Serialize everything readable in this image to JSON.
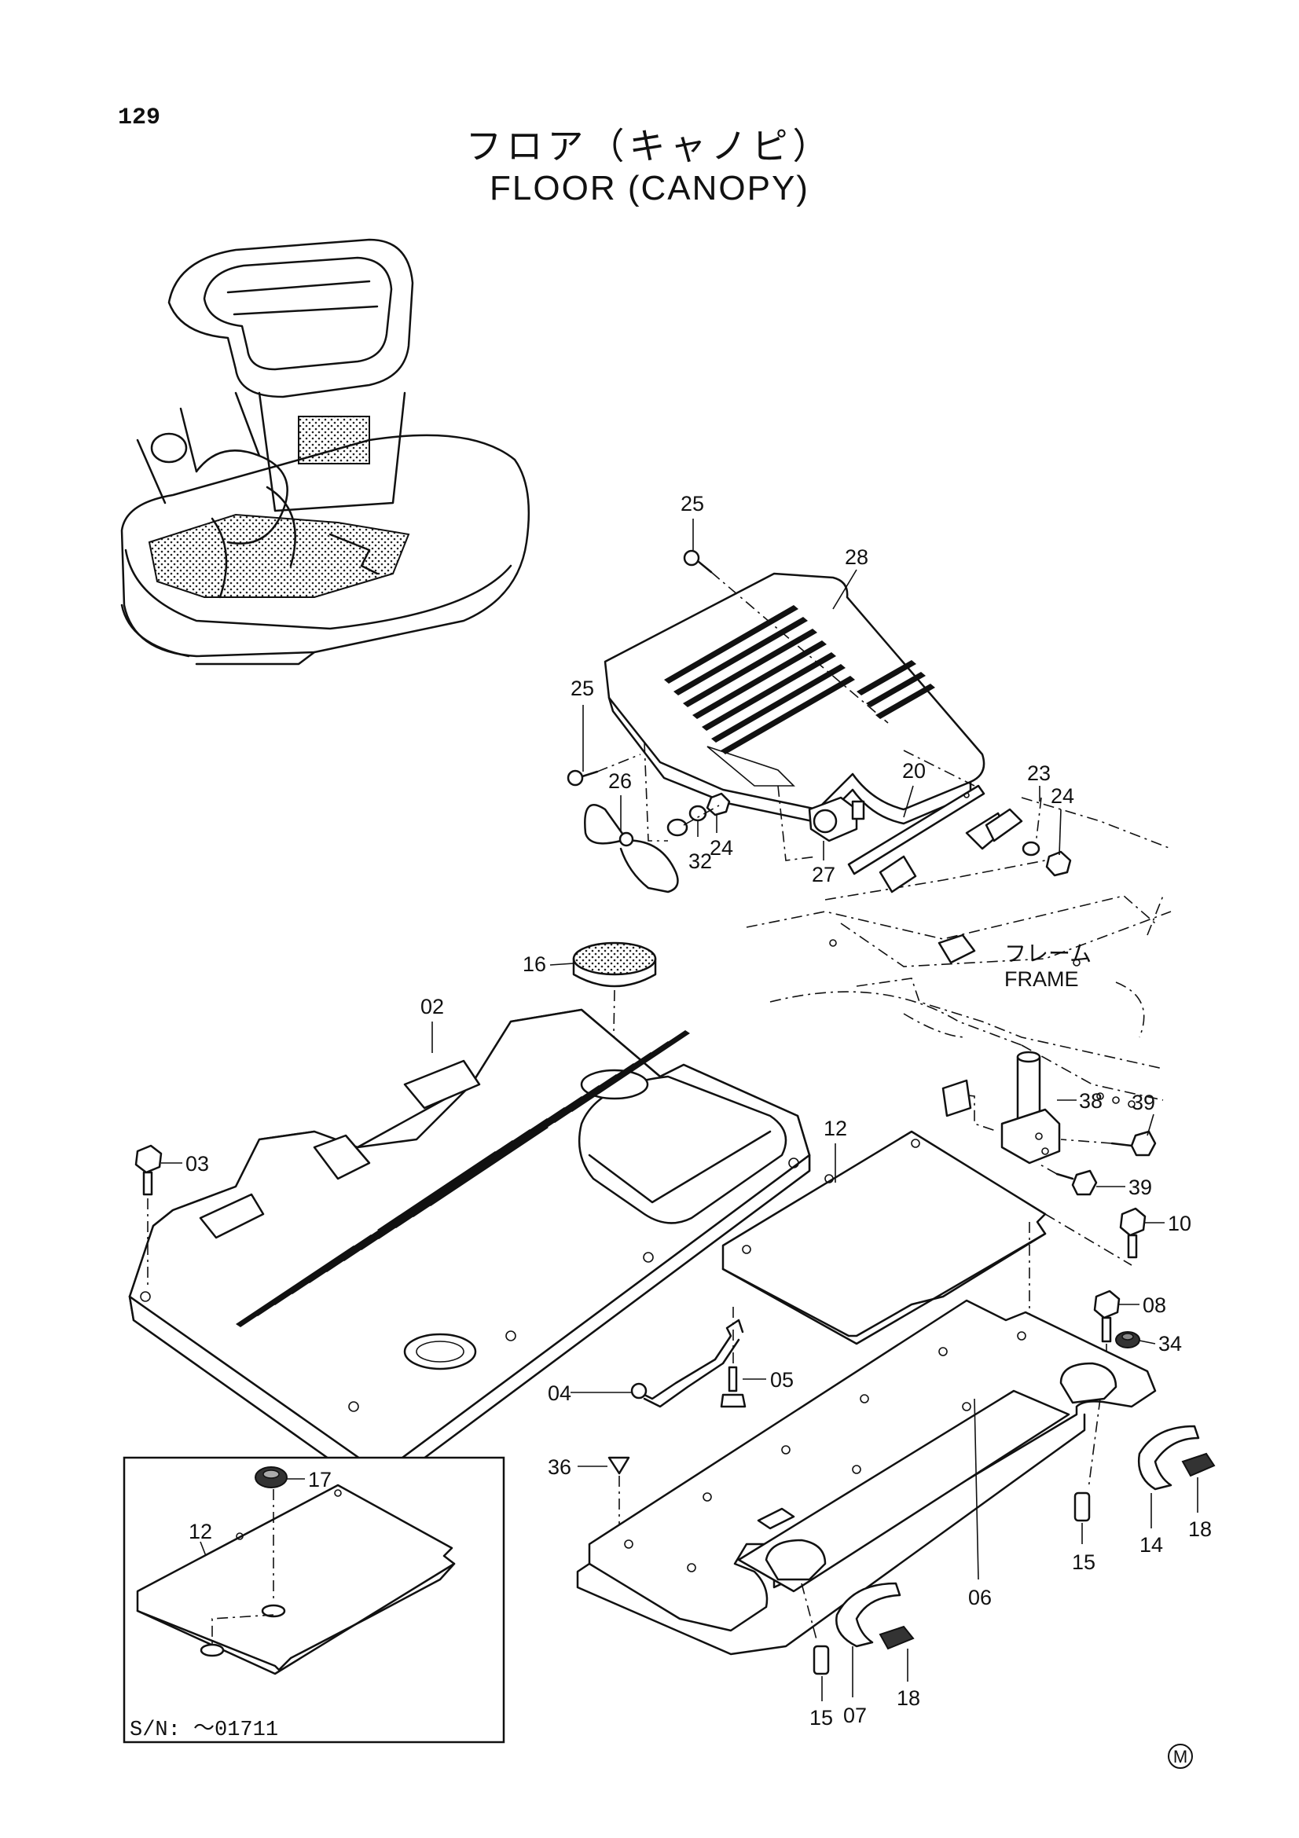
{
  "page": {
    "number": "129",
    "title_jp": "フロア（キャノピ）",
    "title_en": "FLOOR (CANOPY)"
  },
  "callouts": {
    "c25a": "25",
    "c28": "28",
    "c25b": "25",
    "c26": "26",
    "c32": "32",
    "c24a": "24",
    "c20": "20",
    "c23": "23",
    "c24b": "24",
    "c27": "27",
    "c16": "16",
    "c02": "02",
    "c03": "03",
    "c12a": "12",
    "c38": "38",
    "c39a": "39",
    "c39b": "39",
    "c10": "10",
    "c08": "08",
    "c34": "34",
    "c04": "04",
    "c05": "05",
    "c36": "36",
    "c14": "14",
    "c18a": "18",
    "c15a": "15",
    "c06": "06",
    "c17": "17",
    "c12b": "12",
    "c15b": "15",
    "c07": "07",
    "c18b": "18"
  },
  "frame_label": {
    "jp": "フレーム",
    "en": "FRAME"
  },
  "inset": {
    "serial": "S/N: ～01711"
  },
  "mark": "M"
}
